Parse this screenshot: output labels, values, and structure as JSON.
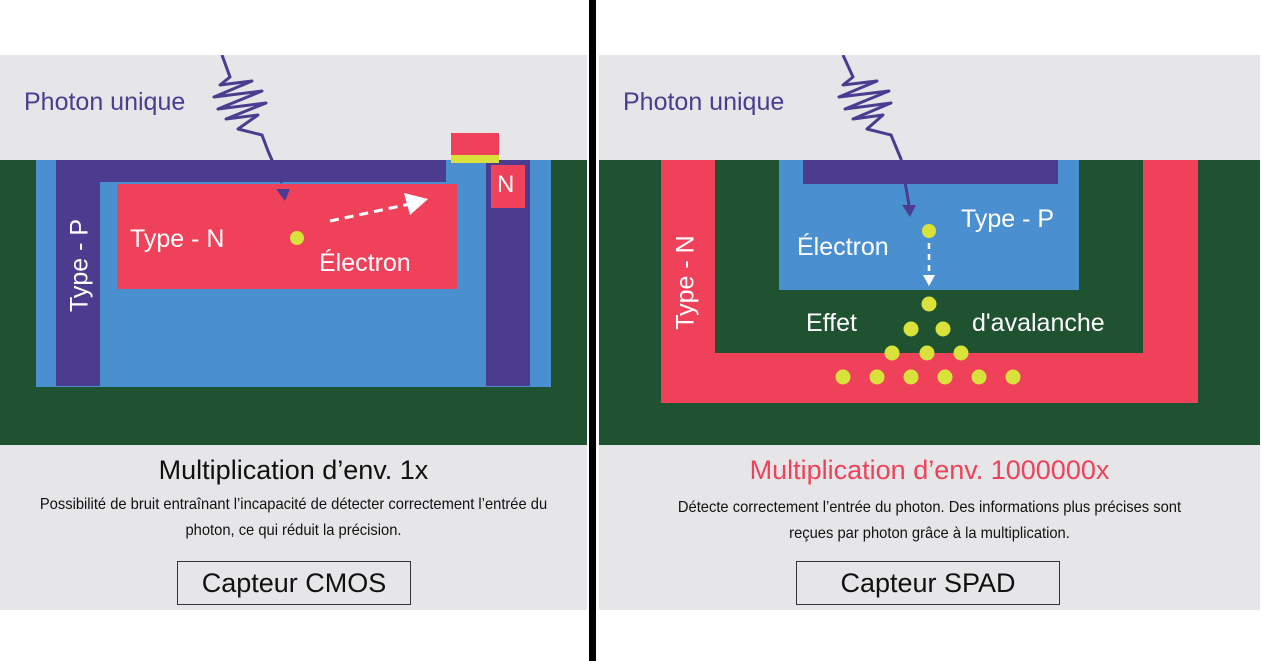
{
  "cmos": {
    "photon_label": "Photon unique",
    "p_type_label": "Type - P",
    "n_type_label": "Type - N",
    "n_contact_label": "N",
    "electron_label": "Électron",
    "multiplication": "Multiplication d’env. 1x",
    "description_line1": "Possibilité de bruit entraînant l’incapacité de détecter correctement l’entrée du",
    "description_line2": "photon, ce qui réduit la précision.",
    "sensor_name": "Capteur CMOS"
  },
  "spad": {
    "photon_label": "Photon unique",
    "n_type_label": "Type - N",
    "p_type_label": "Type - P",
    "electron_label": "Électron",
    "effect_label": "Effet",
    "avalanche_label": "d'avalanche",
    "multiplication": "Multiplication d’env. 1000000x",
    "description_line1": "Détecte correctement l’entrée du photon. Des informations plus précises sont",
    "description_line2": "reçues par photon grâce à la multiplication.",
    "sensor_name": "Capteur SPAD"
  },
  "colors": {
    "background_panel": "#e6e6e8",
    "substrate_green": "#1f5230",
    "p_well_blue": "#4a90d0",
    "purple": "#4b3c8f",
    "n_type_red": "#f0415a",
    "electron_yellow": "#d9e23a",
    "highlight_red": "#f0415a"
  }
}
